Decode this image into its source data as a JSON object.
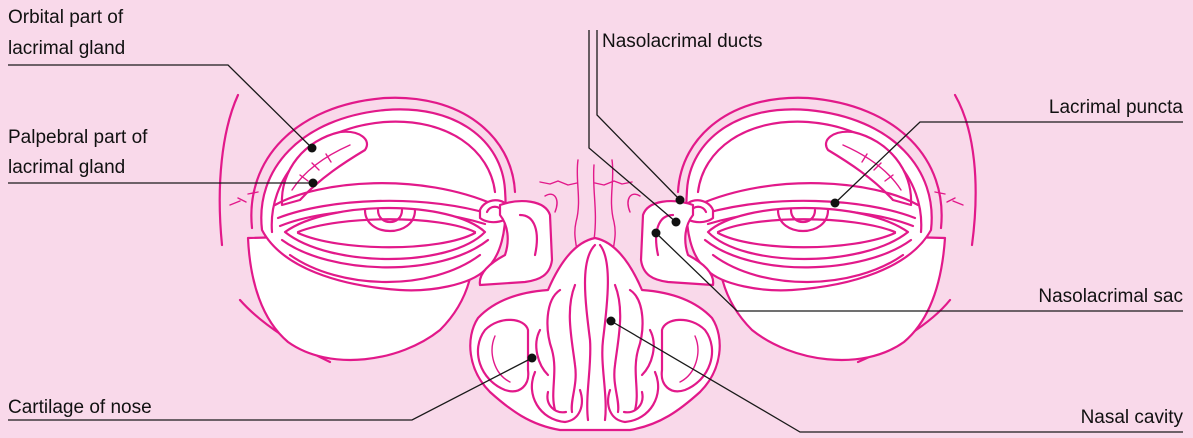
{
  "labels": {
    "orbital_line1": "Orbital part of",
    "orbital_line2": "lacrimal gland",
    "palpebral_line1": "Palpebral part of",
    "palpebral_line2": "lacrimal gland",
    "nasolacrimal_ducts": "Nasolacrimal ducts",
    "lacrimal_puncta": "Lacrimal puncta",
    "nasolacrimal_sac": "Nasolacrimal sac",
    "cartilage_of_nose": "Cartilage of nose",
    "nasal_cavity": "Nasal cavity"
  },
  "colors": {
    "background": "#f9d9ea",
    "outline": "#e2198a",
    "fill": "#ffffff",
    "leader": "#1a1a1a"
  }
}
